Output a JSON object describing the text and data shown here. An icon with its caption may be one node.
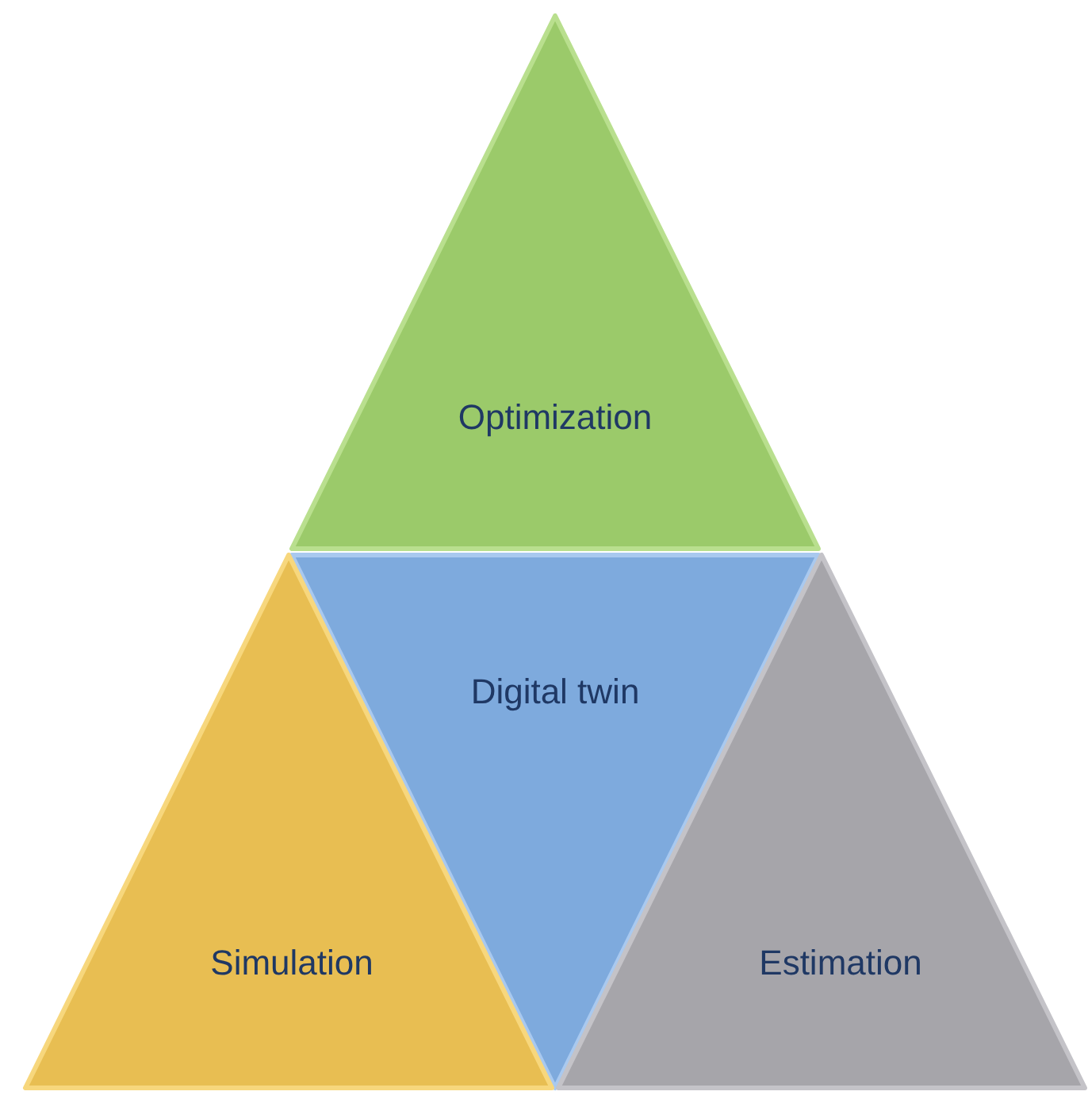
{
  "diagram": {
    "nodes": [
      {
        "text": [
          "Optimization"
        ]
      },
      {
        "text": [
          "Digital twin"
        ]
      },
      {
        "text": [
          "Simulation"
        ]
      },
      {
        "text": [
          "Estimation"
        ]
      }
    ]
  }
}
